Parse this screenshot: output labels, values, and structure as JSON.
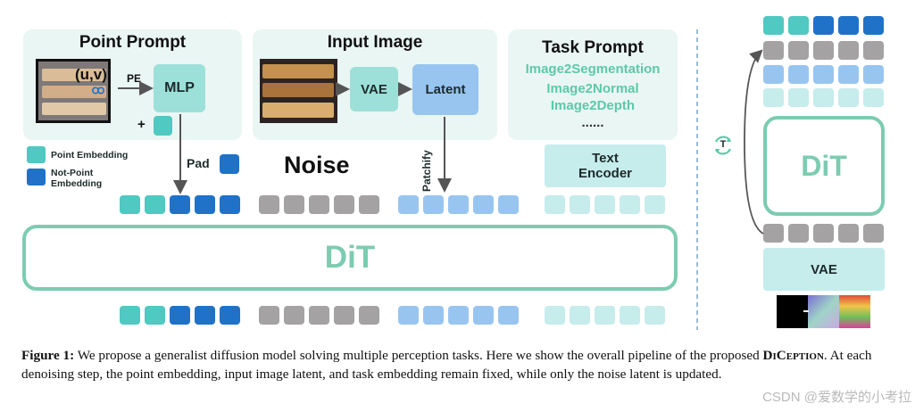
{
  "panels": {
    "point_prompt": {
      "title": "Point Prompt",
      "coord_label": "(u,v)",
      "pe_label": "PE",
      "mlp_label": "MLP",
      "plus": "+"
    },
    "input_image": {
      "title": "Input Image",
      "vae_label": "VAE",
      "latent_label": "Latent"
    },
    "task_prompt": {
      "title": "Task Prompt",
      "tasks": [
        "Image2Segmentation",
        "Image2Normal",
        "Image2Depth",
        "......"
      ]
    }
  },
  "legend": {
    "point_embedding": "Point Embedding",
    "non_point_line1": "Not-Point",
    "non_point_line2": "Embedding"
  },
  "labels": {
    "pad": "Pad",
    "noise": "Noise",
    "patchify": "Patchify",
    "text_encoder_line1": "Text",
    "text_encoder_line2": "Encoder"
  },
  "dit": {
    "main_label": "DiT",
    "right_label": "DiT",
    "right_vae": "VAE",
    "t_symbol": "T"
  },
  "token_rows": {
    "point": [
      "teal",
      "teal",
      "blue",
      "blue",
      "blue"
    ],
    "noise": [
      "gray",
      "gray",
      "gray",
      "gray",
      "gray"
    ],
    "latent": [
      "lblue",
      "lblue",
      "lblue",
      "lblue",
      "lblue"
    ],
    "task": [
      "pale",
      "pale",
      "pale",
      "pale",
      "pale"
    ]
  },
  "colors": {
    "teal": "#4fc9c1",
    "blue": "#1f72c8",
    "gray": "#a4a2a3",
    "lblue": "#98c5f0",
    "pale": "#c6ecec",
    "dit_border": "#7cccb0",
    "task_text": "#5cc9a8"
  },
  "caption": {
    "figure_label": "Figure 1:",
    "text_before_model": " We propose a generalist diffusion model solving multiple perception tasks. Here we show the overall pipeline of the proposed ",
    "model_name": "DiCeption",
    "text_after_model": ". At each denoising step, the point embedding, input image latent, and task embedding remain fixed, while only the noise latent is updated."
  },
  "watermark": "CSDN @爱数学的小考拉"
}
